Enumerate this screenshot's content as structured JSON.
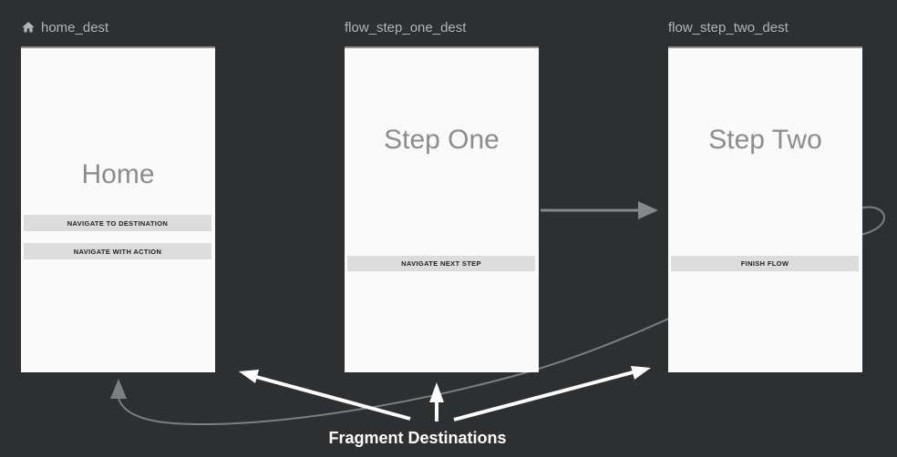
{
  "colors": {
    "canvas_background": "#2d2f31",
    "card_background": "#fafafa",
    "card_top_border": "#8e9092",
    "button_background": "#dcdcdc",
    "button_text": "#1d1d1d",
    "action_arrow_gray": "#7d8082",
    "annotation_white": "#ffffff",
    "header_label": "#b2b5b7",
    "card_title": "#8c8c8c"
  },
  "destinations": [
    {
      "label": "home_dest",
      "icon": "home-icon",
      "title": "Home",
      "buttons": [
        "NAVIGATE TO DESTINATION",
        "NAVIGATE WITH ACTION"
      ]
    },
    {
      "label": "flow_step_one_dest",
      "title": "Step One",
      "buttons": [
        "NAVIGATE NEXT STEP"
      ]
    },
    {
      "label": "flow_step_two_dest",
      "title": "Step Two",
      "buttons": [
        "FINISH FLOW"
      ]
    }
  ],
  "arrows": [
    {
      "name": "action-step-one-to-step-two",
      "style": "straight-gray"
    },
    {
      "name": "action-step-two-to-home",
      "style": "curved-gray-loop"
    },
    {
      "name": "annotation-arrow-to-home",
      "style": "white"
    },
    {
      "name": "annotation-arrow-to-step-one",
      "style": "white"
    },
    {
      "name": "annotation-arrow-to-step-two",
      "style": "white"
    }
  ],
  "annotation": {
    "label": "Fragment Destinations"
  }
}
